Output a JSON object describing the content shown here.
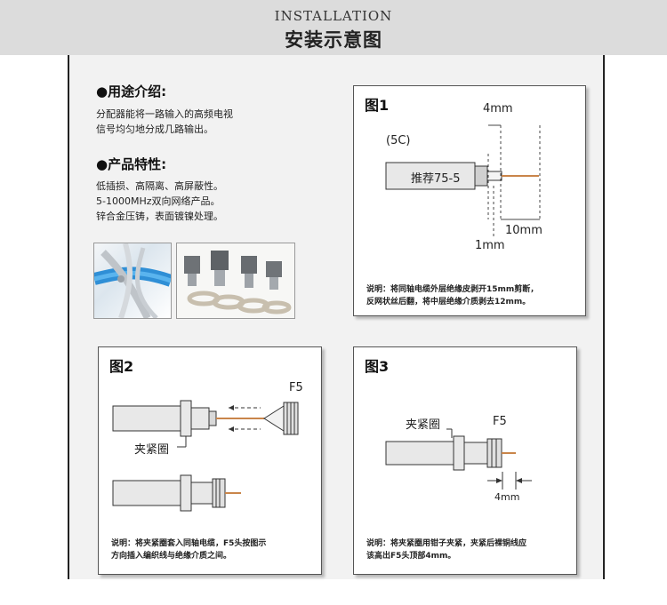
{
  "header": {
    "title_en": "INSTALLATION",
    "title_cn": "安装示意图"
  },
  "usage": {
    "title": "●用途介绍:",
    "lines": [
      "分配器能将一路输入的高频电视",
      "信号均匀地分成几路输出。"
    ]
  },
  "features": {
    "title": "●产品特性:",
    "lines": [
      "低插损、高隔离、高屏蔽性。",
      "5-1000MHz双向网络产品。",
      "锌合金压铸，表面镀镍处理。"
    ]
  },
  "fig1": {
    "title": "图1",
    "dim_top": "4mm",
    "type_label": "(5C)",
    "cable_label": "推荐75-5",
    "dim_right": "10mm",
    "dim_bottom": "1mm",
    "note_lines": [
      "说明：将同轴电缆外层绝缘皮剥开15mm剪断，",
      "反网状丝后翻，将中层绝缘介质剥去12mm。"
    ]
  },
  "fig2": {
    "title": "图2",
    "f5_label": "F5",
    "clamp_label": "夹紧圈",
    "note_lines": [
      "说明：将夹紧圈套入同轴电缆，F5头按图示",
      "方向插入编织线与绝缘介质之间。"
    ]
  },
  "fig3": {
    "title": "图3",
    "clamp_label": "夹紧圈",
    "f5_label": "F5",
    "dim_label": "4mm",
    "note_lines": [
      "说明：将夹紧圈用钳子夹紧，夹紧后裸铜线应",
      "该高出F5头顶部4mm。"
    ]
  },
  "colors": {
    "header_bg": "#dcdcdc",
    "panel_bg": "#f2f2f2",
    "copper": "#c9854a",
    "cable": "#e6e6e6"
  }
}
